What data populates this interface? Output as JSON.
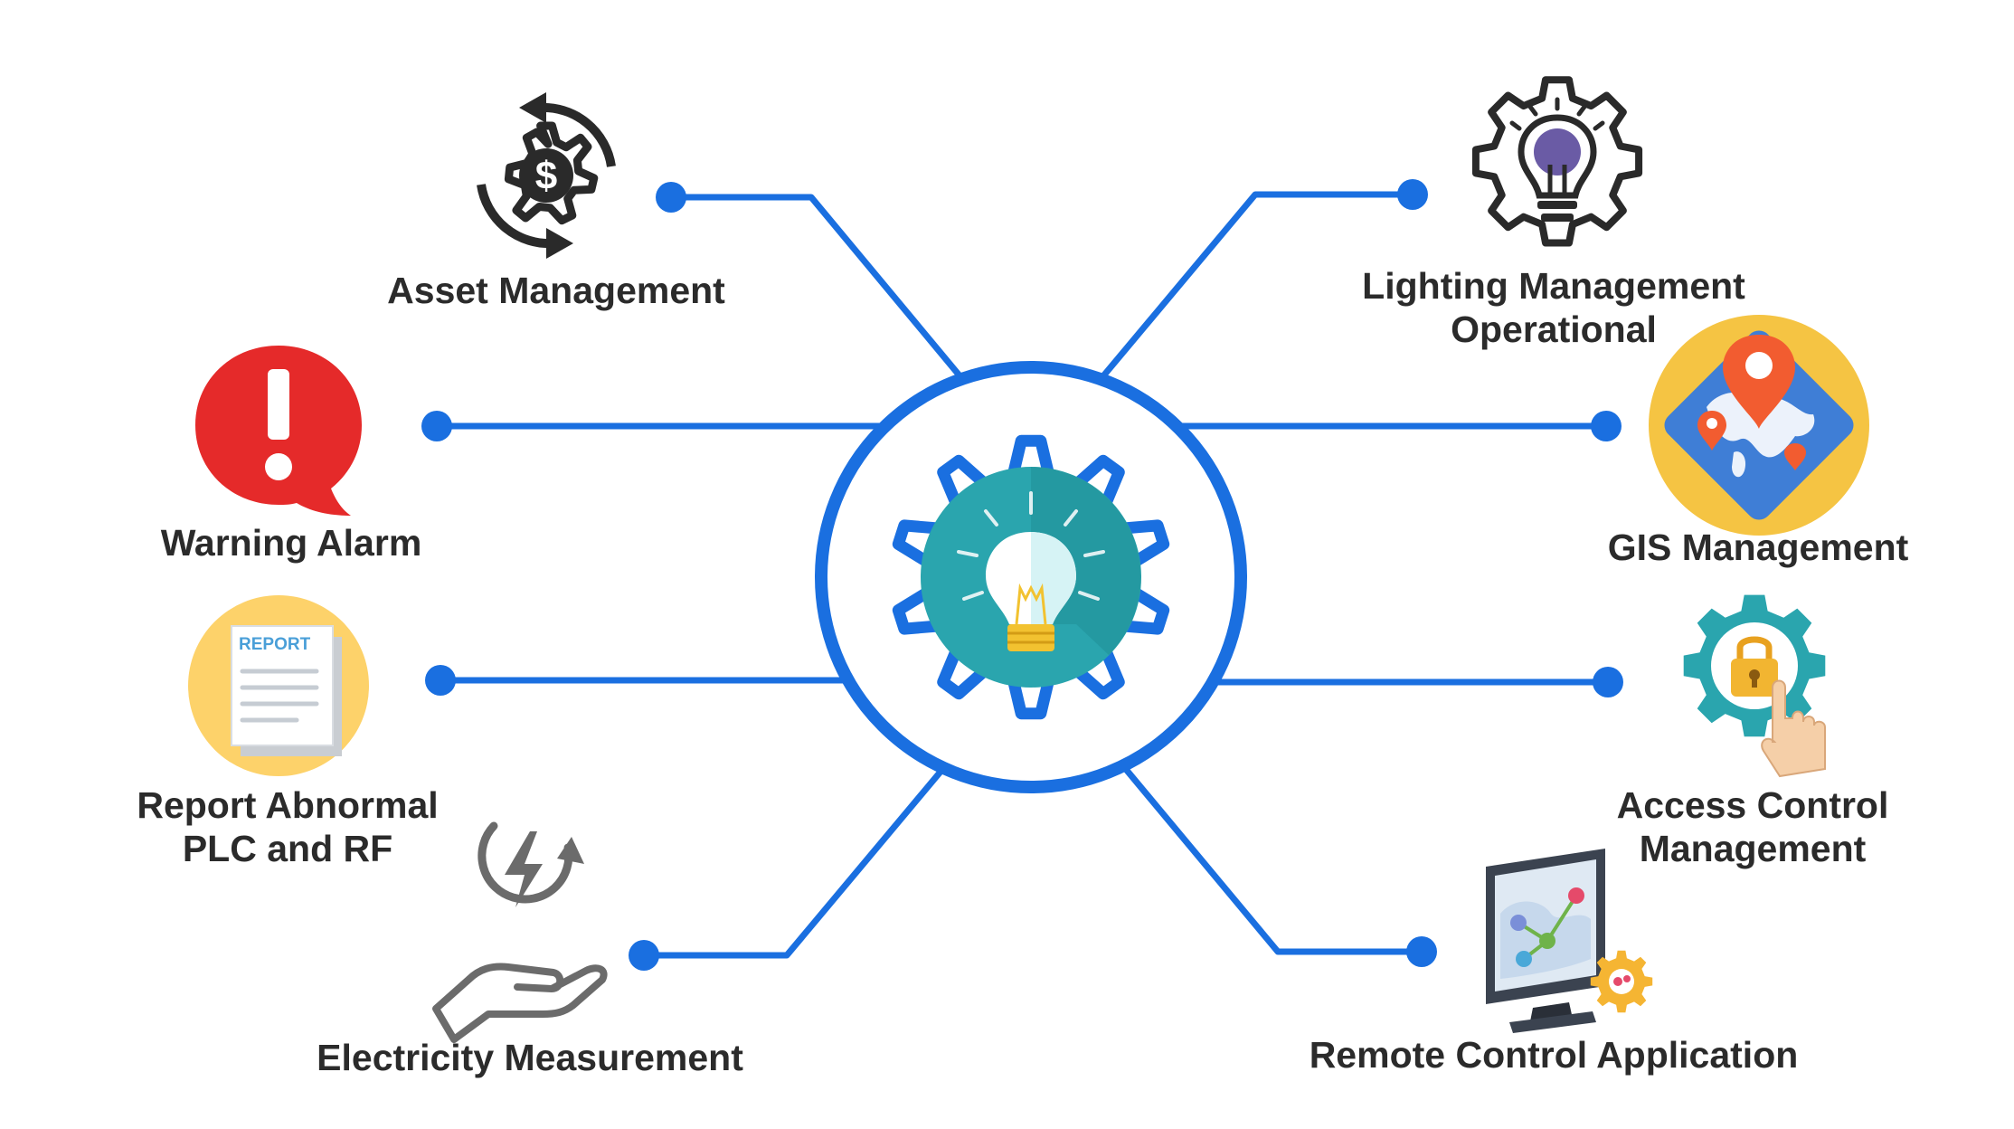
{
  "colors": {
    "accent": "#1a6fe0",
    "text": "#2b2b2b",
    "alarm_red": "#e52a2a",
    "report_yellow": "#fdd26a",
    "map_yellow": "#f5c443",
    "map_blue": "#3f7ed6",
    "pin_orange": "#f25c30",
    "teal": "#2aa5ae",
    "icon_dark": "#2a2a2a",
    "bulb_purple": "#6a5ba5"
  },
  "center": {
    "icon": "gear-lightbulb-icon"
  },
  "nodes": {
    "asset": {
      "lines": [
        "Asset Management"
      ],
      "icon": "dollar-gear-cycle-icon"
    },
    "warning": {
      "lines": [
        "Warning Alarm"
      ],
      "icon": "alarm-exclamation-icon"
    },
    "report": {
      "lines": [
        "Report Abnormal",
        "PLC and RF"
      ],
      "icon": "report-document-icon",
      "badge": "REPORT"
    },
    "electricity": {
      "lines": [
        "Electricity Measurement"
      ],
      "icon": "energy-hand-icon"
    },
    "lighting": {
      "lines": [
        "Lighting Management",
        "Operational"
      ],
      "icon": "lightbulb-gear-icon"
    },
    "gis": {
      "lines": [
        "GIS Management"
      ],
      "icon": "world-map-pin-icon"
    },
    "access": {
      "lines": [
        "Access Control",
        "Management"
      ],
      "icon": "lock-gear-touch-icon"
    },
    "remote": {
      "lines": [
        "Remote Control Application"
      ],
      "icon": "monitor-network-icon"
    }
  }
}
